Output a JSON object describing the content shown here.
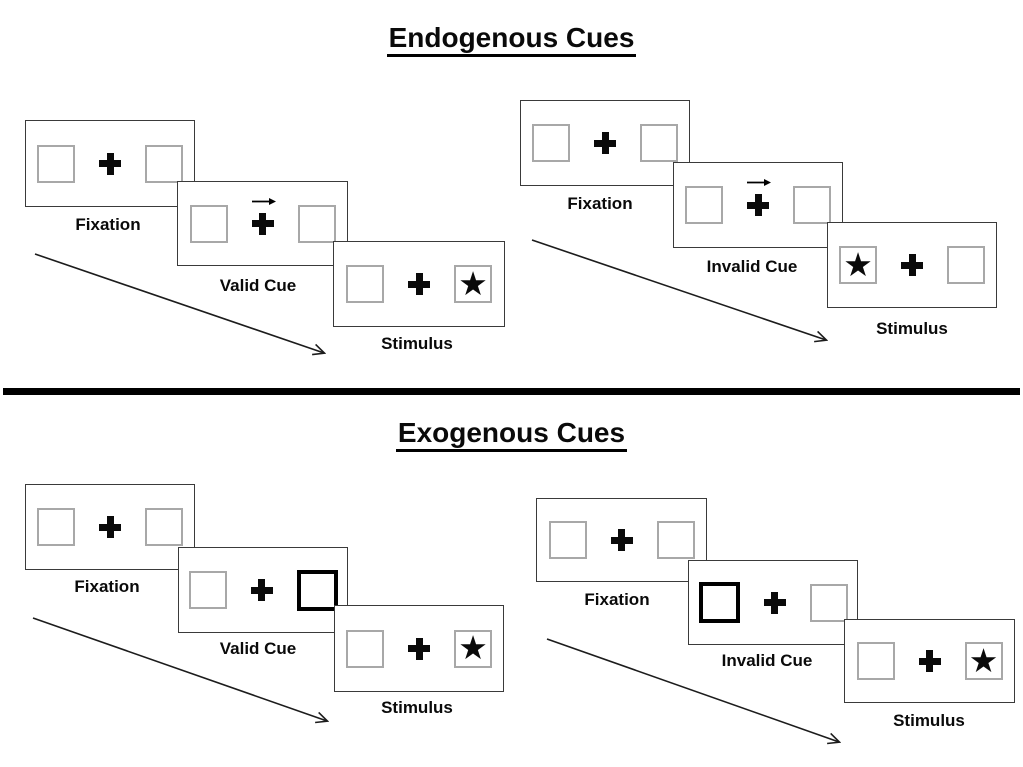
{
  "endogenous": {
    "title": "Endogenous Cues",
    "valid": {
      "fixation_label": "Fixation",
      "cue_label": "Valid Cue",
      "stimulus_label": "Stimulus",
      "cue_type": "central right-arrow above fixation cross",
      "star_position": "right"
    },
    "invalid": {
      "fixation_label": "Fixation",
      "cue_label": "Invalid Cue",
      "stimulus_label": "Stimulus",
      "cue_type": "central right-arrow above fixation cross",
      "star_position": "left"
    }
  },
  "exogenous": {
    "title": "Exogenous Cues",
    "valid": {
      "fixation_label": "Fixation",
      "cue_label": "Valid Cue",
      "stimulus_label": "Stimulus",
      "cue_type": "right box bold highlight",
      "star_position": "right"
    },
    "invalid": {
      "fixation_label": "Fixation",
      "cue_label": "Invalid Cue",
      "stimulus_label": "Stimulus",
      "cue_type": "left box bold highlight",
      "star_position": "right"
    }
  },
  "symbols": {
    "star": "★"
  },
  "colors": {
    "ink": "#000000",
    "box_border": "#a8a8a8",
    "panel_border": "#3a3a3a"
  }
}
